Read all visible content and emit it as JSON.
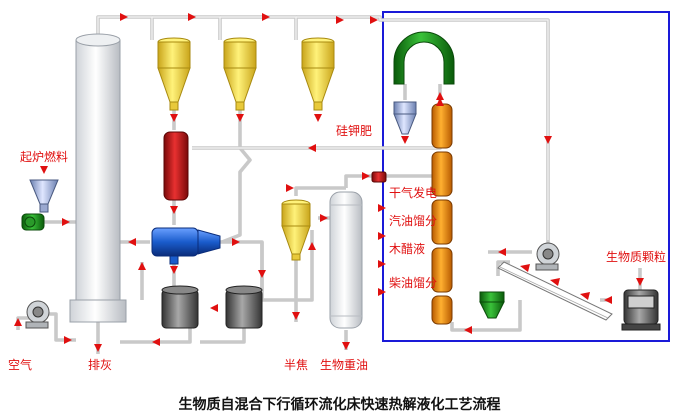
{
  "labels": {
    "fuel": "起炉燃料",
    "air": "空气",
    "ash": "排灰",
    "silicon_potash": "硅钾肥",
    "semi_coke": "半焦",
    "heavy_oil": "生物重油",
    "gas_power": "干气发电",
    "gasoline": "汽油馏分",
    "wood_vinegar": "木醋液",
    "diesel": "柴油馏分",
    "biomass_pellets": "生物质颗粒"
  },
  "caption": "生物质自混合下行循环流化床快速热解液化工艺流程",
  "colors": {
    "arrow": "#e01010",
    "label": "#e01010",
    "pipe": "#c9c9c9",
    "frame": "#1a1ad8",
    "cyclone": "#f0d040",
    "red_vessel": "#c81a1a",
    "blue_vessel": "#1a5ccc",
    "green_dome": "#1a8a1a",
    "orange_column": "#f08a10",
    "grey_drum": "#555555"
  }
}
